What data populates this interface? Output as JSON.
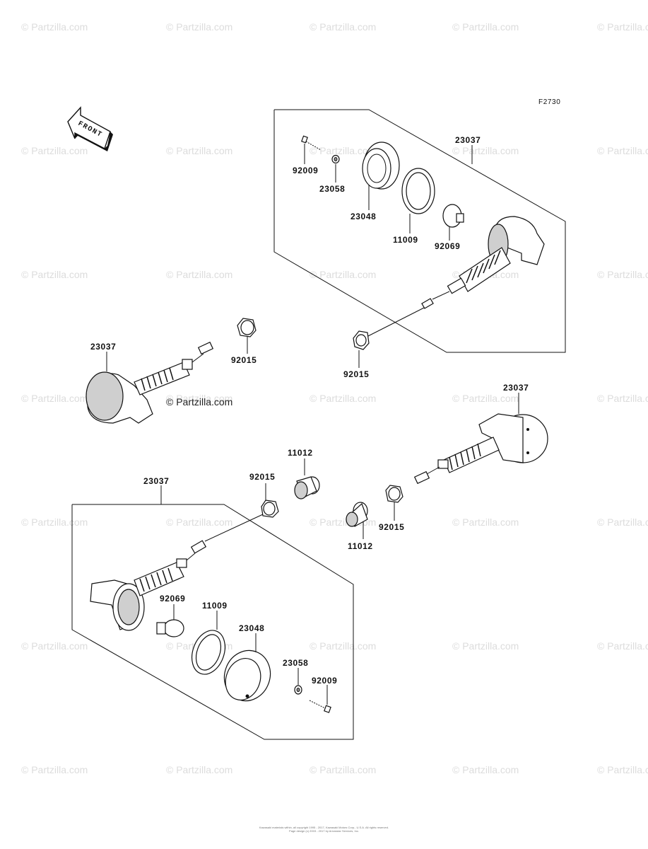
{
  "diagram_code": "F2730",
  "front_label": "FRONT",
  "watermark": "© Partzilla.com",
  "center_watermark": "© Partzilla.com",
  "copyright_lines": [
    "Kawasaki materials within, all copyright 1995 - 2017, Kawasaki Motors Corp., U.S.A. All rights reserved.",
    "Page design (c) 2003 - 2017 by Arrowstar Services, Inc."
  ],
  "parts": {
    "p23037_rear_right": "23037",
    "p23037_rear_left": "23037",
    "p23037_front_right": "23037",
    "p23037_front_left": "23037",
    "p92009_top": "92009",
    "p23058_top": "23058",
    "p23048_top": "23048",
    "p11009_top": "11009",
    "p92069_top": "92069",
    "p92015_mid_right": "92015",
    "p92015_mid_left": "92015",
    "p92015_center": "92015",
    "p92015_right": "92015",
    "p11012_upper": "11012",
    "p11012_lower": "11012",
    "p92069_bottom": "92069",
    "p11009_bottom": "11009",
    "p23048_bottom": "23048",
    "p23058_bottom": "23058",
    "p92009_bottom": "92009"
  }
}
